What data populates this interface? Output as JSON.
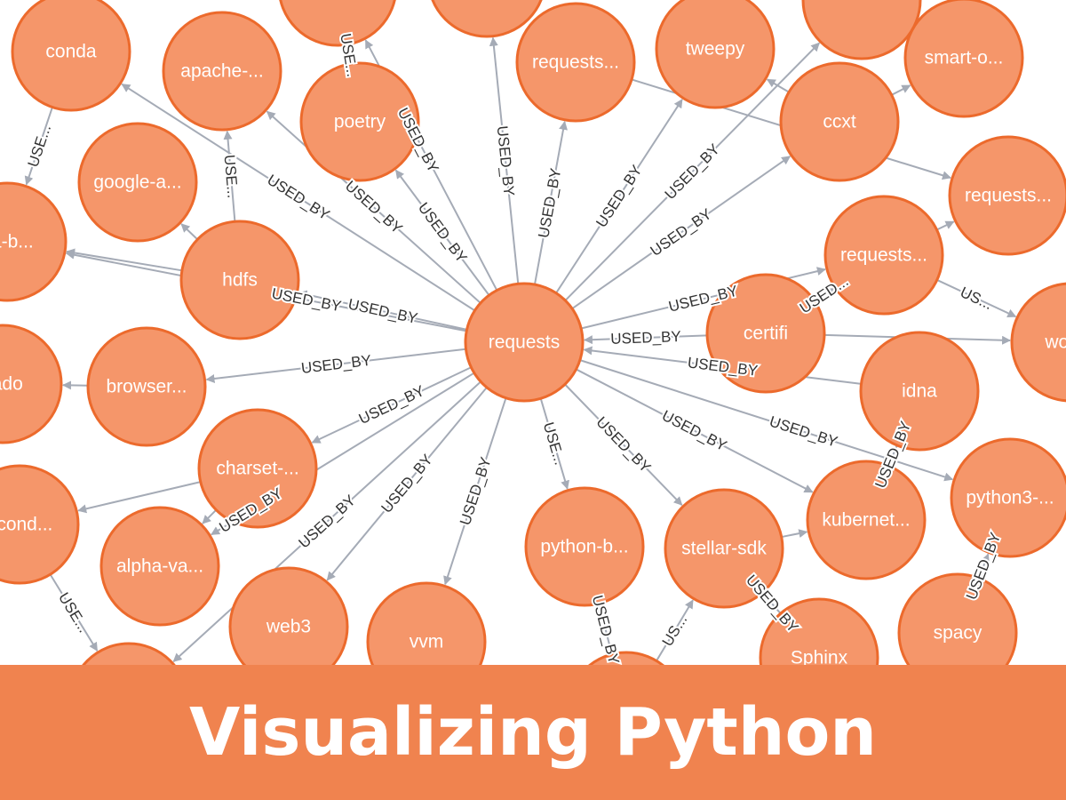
{
  "banner": {
    "title": "Visualizing Python",
    "color": "#f0834f"
  },
  "colors": {
    "node_fill": "#f5966a",
    "node_stroke": "#ec6a2c",
    "edge": "#a5abb6"
  },
  "graph": {
    "center": "requests",
    "nodes": [
      {
        "id": "requests",
        "label": "requests"
      },
      {
        "id": "conda",
        "label": "conda"
      },
      {
        "id": "apache",
        "label": "apache-..."
      },
      {
        "id": "poetry",
        "label": "poetry"
      },
      {
        "id": "top1",
        "label": ""
      },
      {
        "id": "top2",
        "label": ""
      },
      {
        "id": "requests_a",
        "label": "requests..."
      },
      {
        "id": "tweepy",
        "label": "tweepy"
      },
      {
        "id": "top3",
        "label": ""
      },
      {
        "id": "smarto",
        "label": "smart-o..."
      },
      {
        "id": "ccxt",
        "label": "ccxt"
      },
      {
        "id": "google",
        "label": "google-a..."
      },
      {
        "id": "dab",
        "label": "da-b..."
      },
      {
        "id": "hdfs",
        "label": "hdfs"
      },
      {
        "id": "requests_b",
        "label": "requests..."
      },
      {
        "id": "requests_c",
        "label": "requests..."
      },
      {
        "id": "certifi",
        "label": "certifi"
      },
      {
        "id": "wordp",
        "label": "wordp"
      },
      {
        "id": "idna",
        "label": "idna"
      },
      {
        "id": "vado",
        "label": "vado"
      },
      {
        "id": "browser",
        "label": "browser..."
      },
      {
        "id": "charset",
        "label": "charset-..."
      },
      {
        "id": "acond",
        "label": "acond..."
      },
      {
        "id": "alphava",
        "label": "alpha-va..."
      },
      {
        "id": "pythonb",
        "label": "python-b..."
      },
      {
        "id": "stellar",
        "label": "stellar-sdk"
      },
      {
        "id": "kubernet",
        "label": "kubernet..."
      },
      {
        "id": "python3",
        "label": "python3-..."
      },
      {
        "id": "web3",
        "label": "web3"
      },
      {
        "id": "vvm",
        "label": "vvm"
      },
      {
        "id": "sphinx",
        "label": "Sphinx"
      },
      {
        "id": "spacy",
        "label": "spacy"
      },
      {
        "id": "bot1",
        "label": ""
      },
      {
        "id": "bot2",
        "label": ""
      }
    ],
    "edges": [
      {
        "from": "requests",
        "to": "conda",
        "label": "USED_BY"
      },
      {
        "from": "requests",
        "to": "apache",
        "label": "USED_BY"
      },
      {
        "from": "requests",
        "to": "poetry",
        "label": "USED_BY"
      },
      {
        "from": "requests",
        "to": "top1",
        "label": "USED_BY"
      },
      {
        "from": "requests",
        "to": "top2",
        "label": "USED_BY"
      },
      {
        "from": "requests",
        "to": "requests_a",
        "label": "USED_BY"
      },
      {
        "from": "requests",
        "to": "tweepy",
        "label": "USED_BY"
      },
      {
        "from": "requests",
        "to": "top3",
        "label": "USED_BY"
      },
      {
        "from": "requests",
        "to": "ccxt",
        "label": "USED_BY"
      },
      {
        "from": "requests",
        "to": "hdfs",
        "label": "USED_BY"
      },
      {
        "from": "requests",
        "to": "dab",
        "label": "USED_BY"
      },
      {
        "from": "requests",
        "to": "browser",
        "label": "USED_BY"
      },
      {
        "from": "requests",
        "to": "charset",
        "label": "USED_BY"
      },
      {
        "from": "requests",
        "to": "alphava",
        "label": "USED_BY"
      },
      {
        "from": "requests",
        "to": "web3",
        "label": "USED_BY"
      },
      {
        "from": "requests",
        "to": "vvm",
        "label": "USED_BY"
      },
      {
        "from": "requests",
        "to": "bot1",
        "label": "USED_BY"
      },
      {
        "from": "requests",
        "to": "pythonb",
        "label": "USE..."
      },
      {
        "from": "requests",
        "to": "stellar",
        "label": "USED_BY"
      },
      {
        "from": "requests",
        "to": "kubernet",
        "label": "USED_BY"
      },
      {
        "from": "requests",
        "to": "python3",
        "label": "USED_BY"
      },
      {
        "from": "requests",
        "to": "requests_b",
        "label": "USED_BY"
      },
      {
        "from": "certifi",
        "to": "requests",
        "label": "USED_BY"
      },
      {
        "from": "idna",
        "to": "requests",
        "label": "USED_BY"
      },
      {
        "from": "poetry",
        "to": "top1",
        "label": "USE..."
      },
      {
        "from": "conda",
        "to": "dab",
        "label": "USE..."
      },
      {
        "from": "hdfs",
        "to": "apache",
        "label": "USE..."
      },
      {
        "from": "hdfs",
        "to": "google",
        "label": ""
      },
      {
        "from": "hdfs",
        "to": "dab",
        "label": ""
      },
      {
        "from": "browser",
        "to": "vado",
        "label": ""
      },
      {
        "from": "charset",
        "to": "acond",
        "label": ""
      },
      {
        "from": "charset",
        "to": "alphava",
        "label": ""
      },
      {
        "from": "acond",
        "to": "bot1",
        "label": "USE..."
      },
      {
        "from": "ccxt",
        "to": "smarto",
        "label": ""
      },
      {
        "from": "ccxt",
        "to": "tweepy",
        "label": ""
      },
      {
        "from": "requests_a",
        "to": "requests_c",
        "label": ""
      },
      {
        "from": "requests_b",
        "to": "requests_c",
        "label": ""
      },
      {
        "from": "requests_b",
        "to": "wordp",
        "label": "US..."
      },
      {
        "from": "certifi",
        "to": "wordp",
        "label": ""
      },
      {
        "from": "certifi",
        "to": "requests_b",
        "label": "USED..."
      },
      {
        "from": "idna",
        "to": "kubernet",
        "label": "USED_BY"
      },
      {
        "from": "spacy",
        "to": "python3",
        "label": "USED_BY"
      },
      {
        "from": "sphinx",
        "to": "stellar",
        "label": "USED_BY"
      },
      {
        "from": "stellar",
        "to": "kubernet",
        "label": ""
      },
      {
        "from": "bot2",
        "to": "pythonb",
        "label": "USED_BY"
      },
      {
        "from": "bot2",
        "to": "stellar",
        "label": "US..."
      }
    ]
  }
}
